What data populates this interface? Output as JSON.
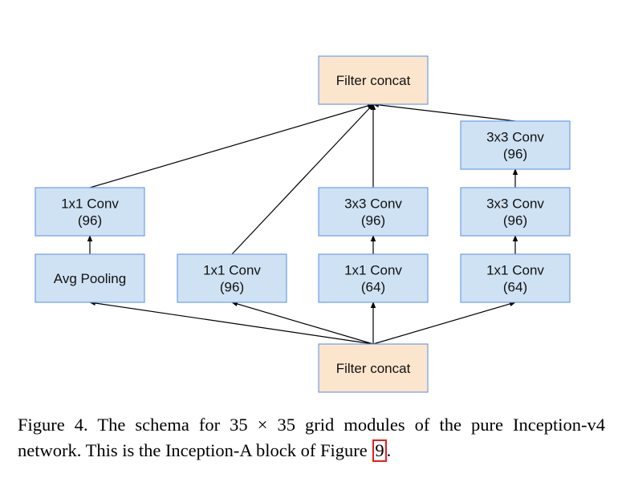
{
  "diagram": {
    "nodes": [
      {
        "id": "concat_top",
        "kind": "concat",
        "lines": [
          "Filter concat"
        ]
      },
      {
        "id": "c3x3b_r4",
        "kind": "conv",
        "lines": [
          "3x3 Conv",
          "(96)"
        ]
      },
      {
        "id": "c1x1_r1",
        "kind": "conv",
        "lines": [
          "1x1 Conv",
          "(96)"
        ]
      },
      {
        "id": "c3x3_r3",
        "kind": "conv",
        "lines": [
          "3x3 Conv",
          "(96)"
        ]
      },
      {
        "id": "c3x3a_r4",
        "kind": "conv",
        "lines": [
          "3x3 Conv",
          "(96)"
        ]
      },
      {
        "id": "avgpool_r1",
        "kind": "conv",
        "lines": [
          "Avg Pooling"
        ]
      },
      {
        "id": "c1x1_r2",
        "kind": "conv",
        "lines": [
          "1x1 Conv",
          "(96)"
        ]
      },
      {
        "id": "c1x1_r3",
        "kind": "conv",
        "lines": [
          "1x1 Conv",
          "(64)"
        ]
      },
      {
        "id": "c1x1_r4",
        "kind": "conv",
        "lines": [
          "1x1 Conv",
          "(64)"
        ]
      },
      {
        "id": "concat_bottom",
        "kind": "concat",
        "lines": [
          "Filter concat"
        ]
      }
    ],
    "edges": [
      [
        "concat_bottom",
        "avgpool_r1"
      ],
      [
        "concat_bottom",
        "c1x1_r2"
      ],
      [
        "concat_bottom",
        "c1x1_r3"
      ],
      [
        "concat_bottom",
        "c1x1_r4"
      ],
      [
        "avgpool_r1",
        "c1x1_r1"
      ],
      [
        "c1x1_r3",
        "c3x3_r3"
      ],
      [
        "c1x1_r4",
        "c3x3a_r4"
      ],
      [
        "c3x3a_r4",
        "c3x3b_r4"
      ],
      [
        "c1x1_r1",
        "concat_top"
      ],
      [
        "c1x1_r2",
        "concat_top"
      ],
      [
        "c3x3_r3",
        "concat_top"
      ],
      [
        "c3x3b_r4",
        "concat_top"
      ]
    ]
  },
  "colors": {
    "conv_fill": "#cfe2f3",
    "concat_fill": "#fce5cd",
    "box_border": "#6d9eeb",
    "figure_ref_border": "#e0201f"
  },
  "caption": {
    "text": "Figure 4. The schema for 35 × 35 grid modules of the pure Inception-v4 network. This is the Inception-A block of Figure",
    "figure_ref": "9",
    "end": "."
  }
}
